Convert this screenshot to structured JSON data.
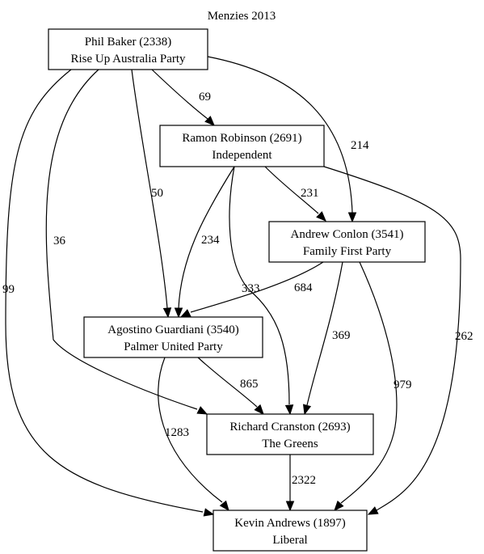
{
  "title": "Menzies 2013",
  "nodes": [
    {
      "id": "baker",
      "name": "Phil Baker (2338)",
      "party": "Rise Up Australia Party"
    },
    {
      "id": "robinson",
      "name": "Ramon Robinson (2691)",
      "party": "Independent"
    },
    {
      "id": "conlon",
      "name": "Andrew Conlon (3541)",
      "party": "Family First Party"
    },
    {
      "id": "guardiani",
      "name": "Agostino Guardiani (3540)",
      "party": "Palmer United Party"
    },
    {
      "id": "cranston",
      "name": "Richard Cranston (2693)",
      "party": "The Greens"
    },
    {
      "id": "andrews",
      "name": "Kevin Andrews (1897)",
      "party": "Liberal"
    }
  ],
  "edges": [
    {
      "from": "baker",
      "to": "robinson",
      "label": "69"
    },
    {
      "from": "baker",
      "to": "conlon",
      "label": "214"
    },
    {
      "from": "baker",
      "to": "guardiani",
      "label": "50"
    },
    {
      "from": "baker",
      "to": "cranston",
      "label": "36"
    },
    {
      "from": "baker",
      "to": "andrews",
      "label": "99"
    },
    {
      "from": "robinson",
      "to": "conlon",
      "label": "231"
    },
    {
      "from": "robinson",
      "to": "guardiani",
      "label": "234"
    },
    {
      "from": "robinson",
      "to": "cranston",
      "label": "333"
    },
    {
      "from": "robinson",
      "to": "andrews",
      "label": "262"
    },
    {
      "from": "conlon",
      "to": "guardiani",
      "label": "684"
    },
    {
      "from": "conlon",
      "to": "cranston",
      "label": "369"
    },
    {
      "from": "conlon",
      "to": "andrews",
      "label": "979"
    },
    {
      "from": "guardiani",
      "to": "cranston",
      "label": "865"
    },
    {
      "from": "guardiani",
      "to": "andrews",
      "label": "1283"
    },
    {
      "from": "cranston",
      "to": "andrews",
      "label": "2322"
    }
  ]
}
